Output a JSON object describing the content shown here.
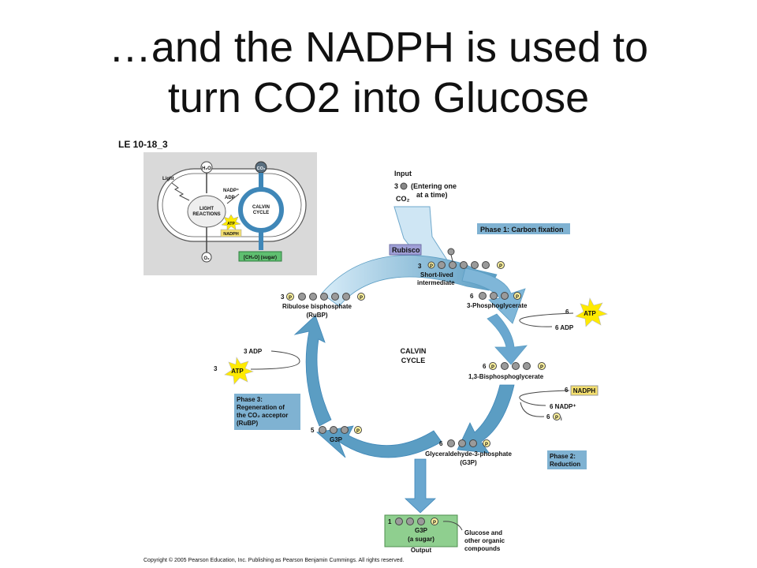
{
  "title": {
    "line1": "…and the NADPH is used to",
    "line2": "turn CO2 into Glucose"
  },
  "figure": {
    "label": "LE 10-18_3",
    "copyright": "Copyright © 2005 Pearson Education, Inc. Publishing as Pearson Benjamin Cummings. All rights reserved."
  },
  "inset": {
    "h2o": "H₂O",
    "co2": "CO₂",
    "light": "Light",
    "nadp": "NADP⁺",
    "adp": "ADP",
    "light_reactions_1": "LIGHT",
    "light_reactions_2": "REACTIONS",
    "calvin_1": "CALVIN",
    "calvin_2": "CYCLE",
    "atp": "ATP",
    "nadph": "NADPH",
    "o2": "O₂",
    "sugar": "[CH₂O] (sugar)"
  },
  "cycle": {
    "input_label": "Input",
    "input_count": "3",
    "input_co2": "CO₂",
    "entering_1": "(Entering one",
    "entering_2": "at a time)",
    "rubisco": "Rubisco",
    "phase1": "Phase 1: Carbon fixation",
    "intermediate_count": "3",
    "intermediate_1": "Short-lived",
    "intermediate_2": "intermediate",
    "pga_count": "6",
    "pga_label": "3-Phosphoglycerate",
    "atp_in_count": "6",
    "atp": "ATP",
    "adp_out": "6 ADP",
    "bpg_count": "6",
    "bpg_label": "1,3-Bisphosphoglycerate",
    "nadph_count": "6",
    "nadph": "NADPH",
    "nadp_out": "6 NADP⁺",
    "pi_count": "6",
    "pi_label": "P",
    "pi_sub": "i",
    "g3p6_count": "6",
    "g3p6_label_1": "Glyceraldehyde-3-phosphate",
    "g3p6_label_2": "(G3P)",
    "phase2_1": "Phase 2:",
    "phase2_2": "Reduction",
    "center_1": "CALVIN",
    "center_2": "CYCLE",
    "g3p5_count": "5",
    "g3p5_label": "G3P",
    "phase3_1": "Phase 3:",
    "phase3_2": "Regeneration of",
    "phase3_3": "the CO₂ acceptor",
    "phase3_4": "(RuBP)",
    "adp3_out": "3 ADP",
    "atp3_count": "3",
    "rubp_count": "3",
    "rubp_1": "Ribulose bisphosphate",
    "rubp_2": "(RuBP)",
    "output_count": "1",
    "output_1": "G3P",
    "output_2": "(a sugar)",
    "output_3": "Output",
    "glucose_1": "Glucose and",
    "glucose_2": "other organic",
    "glucose_3": "compounds",
    "p": "P"
  },
  "colors": {
    "cycle_blue": "#5b9dc3",
    "cycle_light": "#c8e3f2",
    "phase_box": "#7fb2d2",
    "rubisco_box": "#9f9fd6",
    "output_green": "#8fcf8f",
    "atp_yellow": "#ffea00",
    "nadph_box": "#f4df6e",
    "inset_bg": "#d9d9d9",
    "sugar_green": "#5fbf70"
  }
}
